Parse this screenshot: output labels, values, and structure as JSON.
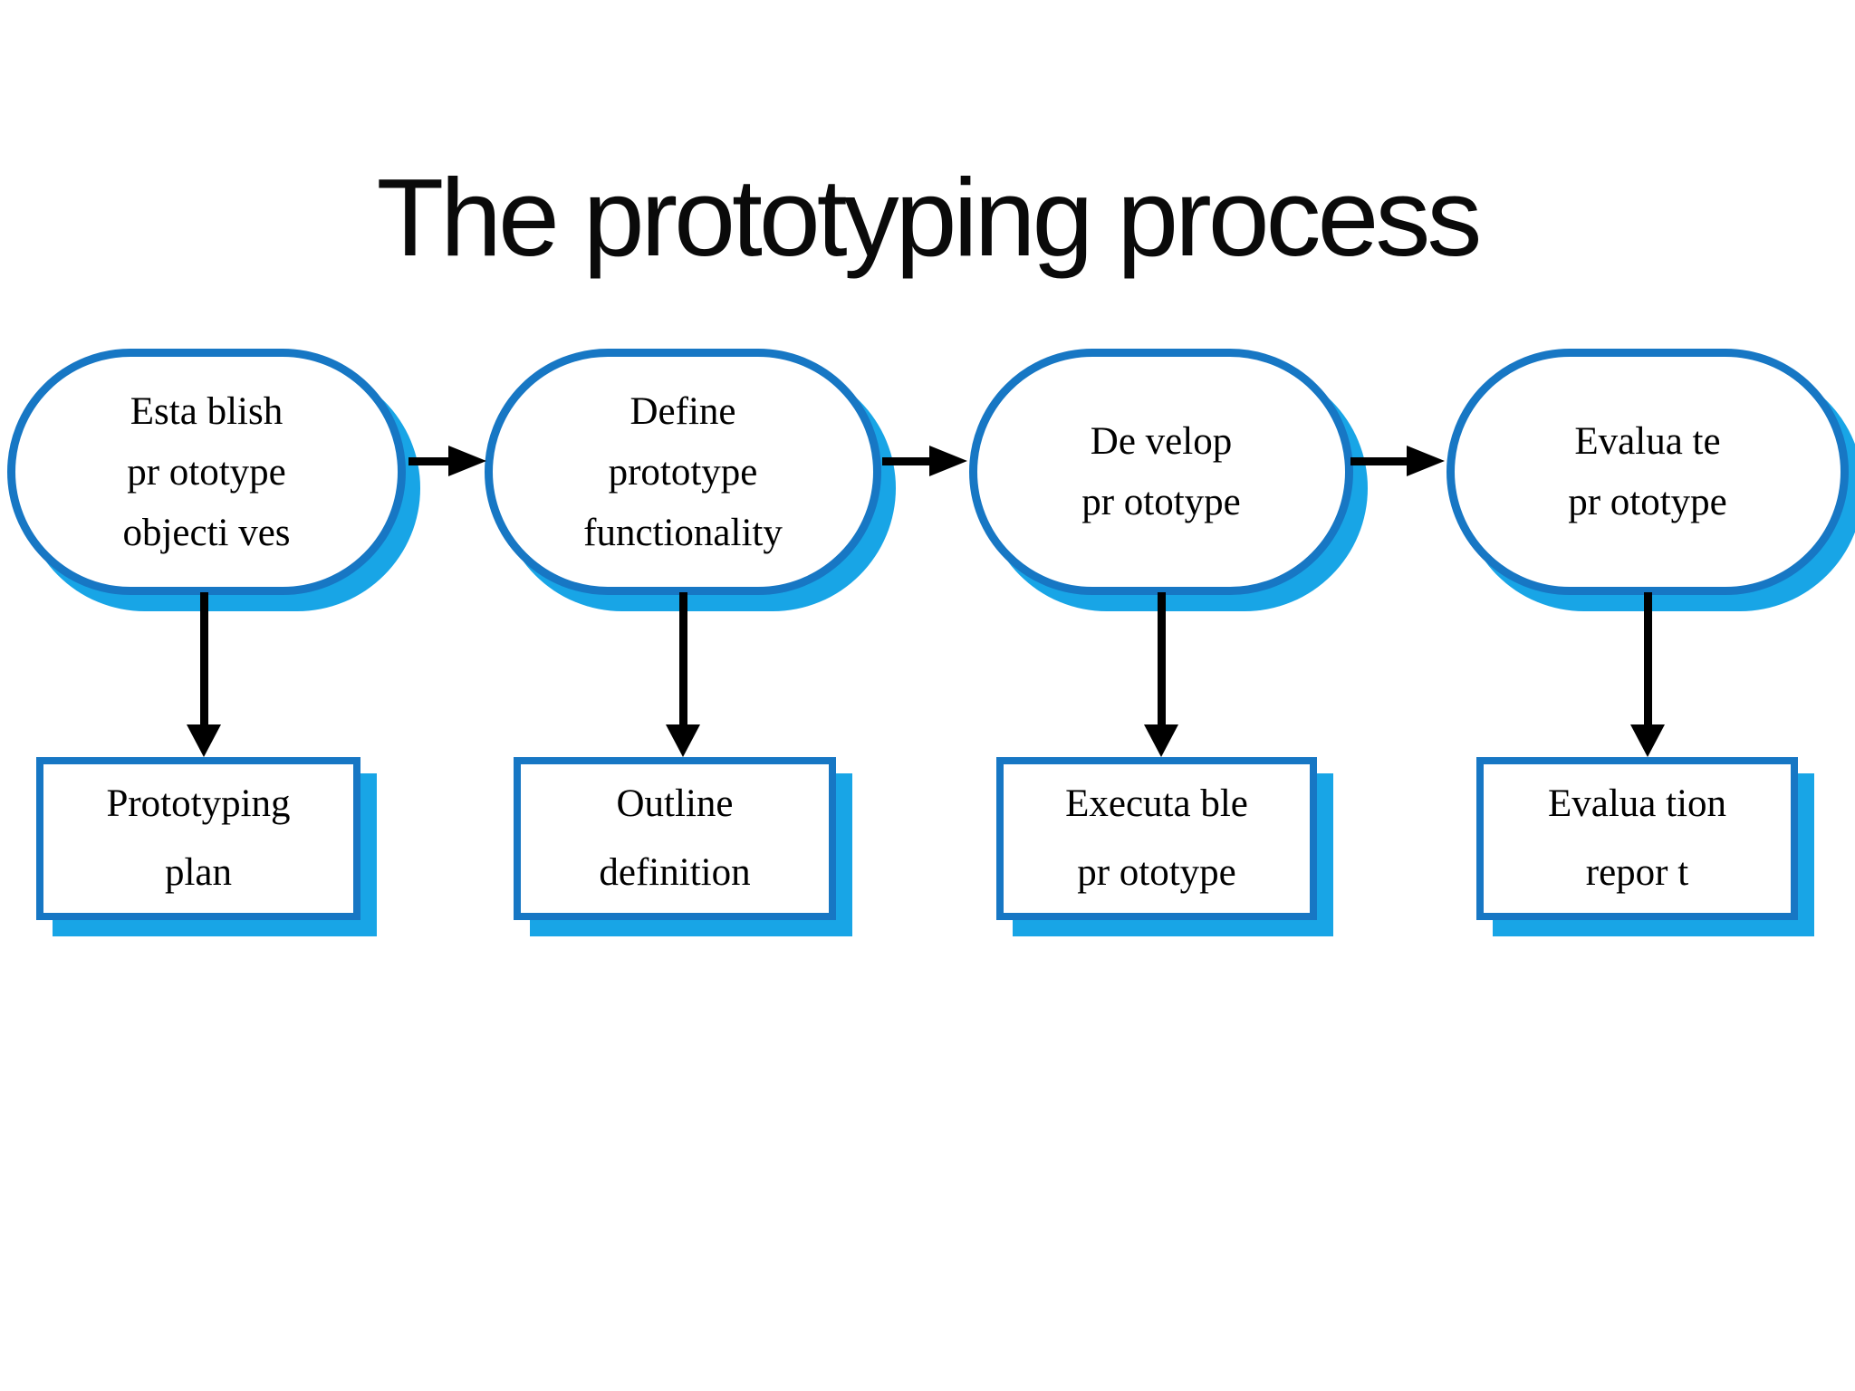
{
  "slide": {
    "title": "The prototyping process"
  },
  "colors": {
    "background": "#ffffff",
    "node_border": "#1777c4",
    "node_shadow": "#18a5e6",
    "node_fill": "#ffffff",
    "arrow": "#000000",
    "text": "#000000"
  },
  "process": {
    "type": "flowchart",
    "direction": "left-to-right",
    "stages": [
      {
        "name": "Esta blish\npr ototype\nobjecti ves",
        "output": "Prototyping\nplan"
      },
      {
        "name": "Define\nprototype\nfunctionality",
        "output": "Outline\ndefinition"
      },
      {
        "name": "De velop\npr ototype",
        "output": "Executa ble\npr ototype"
      },
      {
        "name": "Evalua te\npr ototype",
        "output": "Evalua tion\nrepor t"
      }
    ]
  }
}
